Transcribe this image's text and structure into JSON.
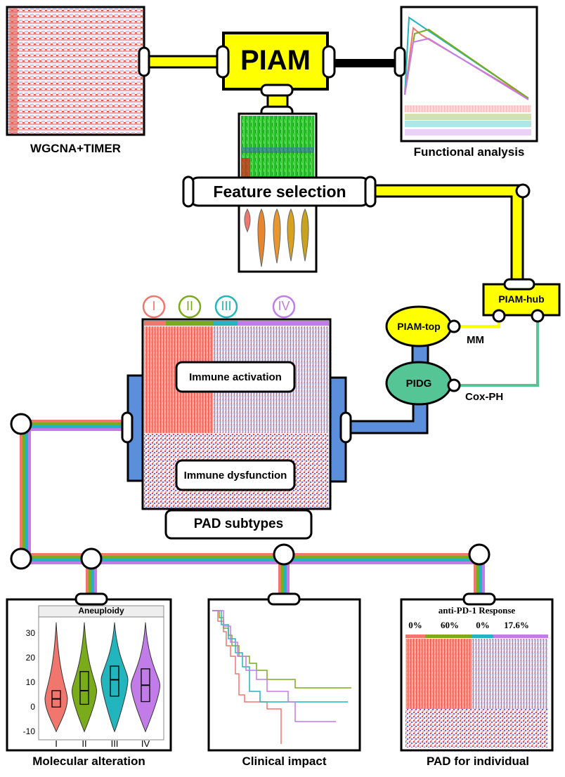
{
  "hub": {
    "title": "PIAM"
  },
  "panels": {
    "wgcna": "WGCNA+TIMER",
    "functional": "Functional analysis",
    "feature_selection": "Feature selection",
    "pad_subtypes": "PAD subtypes",
    "molecular": "Molecular alteration",
    "clinical": "Clinical impact",
    "individual": "PAD for individual"
  },
  "heatmap": {
    "subtypes": [
      "I",
      "II",
      "III",
      "IV"
    ],
    "top_block": "Immune activation",
    "bottom_block": "Immune dysfunction"
  },
  "models": {
    "hub": "PIAM-hub",
    "top": "PIAM-top",
    "pidg": "PIDG",
    "mm": "MM",
    "coxph": "Cox-PH"
  },
  "colors": {
    "I": "#f0766e",
    "II": "#7aab1a",
    "III": "#22b5bd",
    "IV": "#c27ce8",
    "hub_yellow": "#ffff00",
    "pipe_blue": "#5b8fdb",
    "pidg_green": "#56c596"
  },
  "chart_data": [
    {
      "type": "violin",
      "title": "Aneuploidy",
      "categories": [
        "I",
        "II",
        "III",
        "IV"
      ],
      "yticks": [
        "30",
        "20",
        "10",
        "0",
        "-10"
      ],
      "ylim": [
        -10,
        35
      ],
      "medians": [
        5,
        8,
        12,
        10
      ],
      "q1": [
        2,
        3,
        6,
        4
      ],
      "q3": [
        8,
        15,
        17,
        16
      ]
    },
    {
      "type": "table",
      "title": "anti-PD-1 Response",
      "categories": [
        "I",
        "II",
        "III",
        "IV"
      ],
      "values": [
        "0%",
        "60%",
        "0%",
        "17.6%"
      ]
    }
  ]
}
